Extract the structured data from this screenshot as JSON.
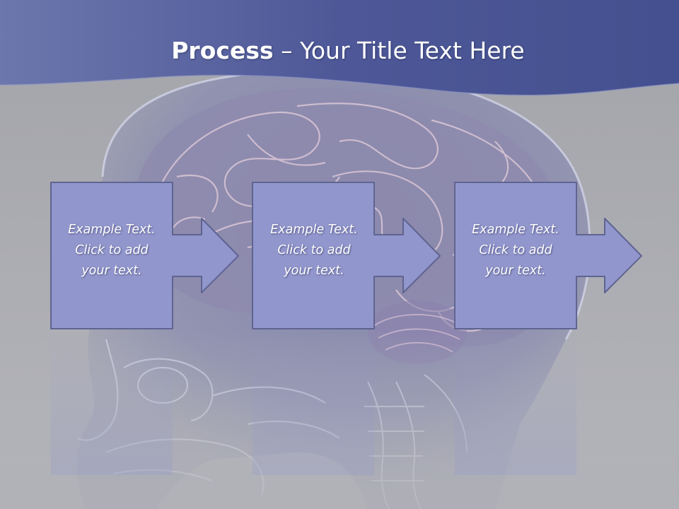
{
  "slide": {
    "title_bold": "Process",
    "title_rest": " – Your Title Text Here",
    "steps": [
      {
        "text": "Example Text.\nClick  to add\nyour text."
      },
      {
        "text": "Example Text.\nClick  to add\nyour text."
      },
      {
        "text": "Example Text.\nClick  to add\nyour text."
      }
    ],
    "background_icon": "brain-skull-xray-image"
  },
  "colors": {
    "header_band": "#55609f",
    "background": "#a9aab0",
    "box_fill": "#9196cd",
    "box_border": "#5f6490",
    "text": "#ffffff"
  }
}
